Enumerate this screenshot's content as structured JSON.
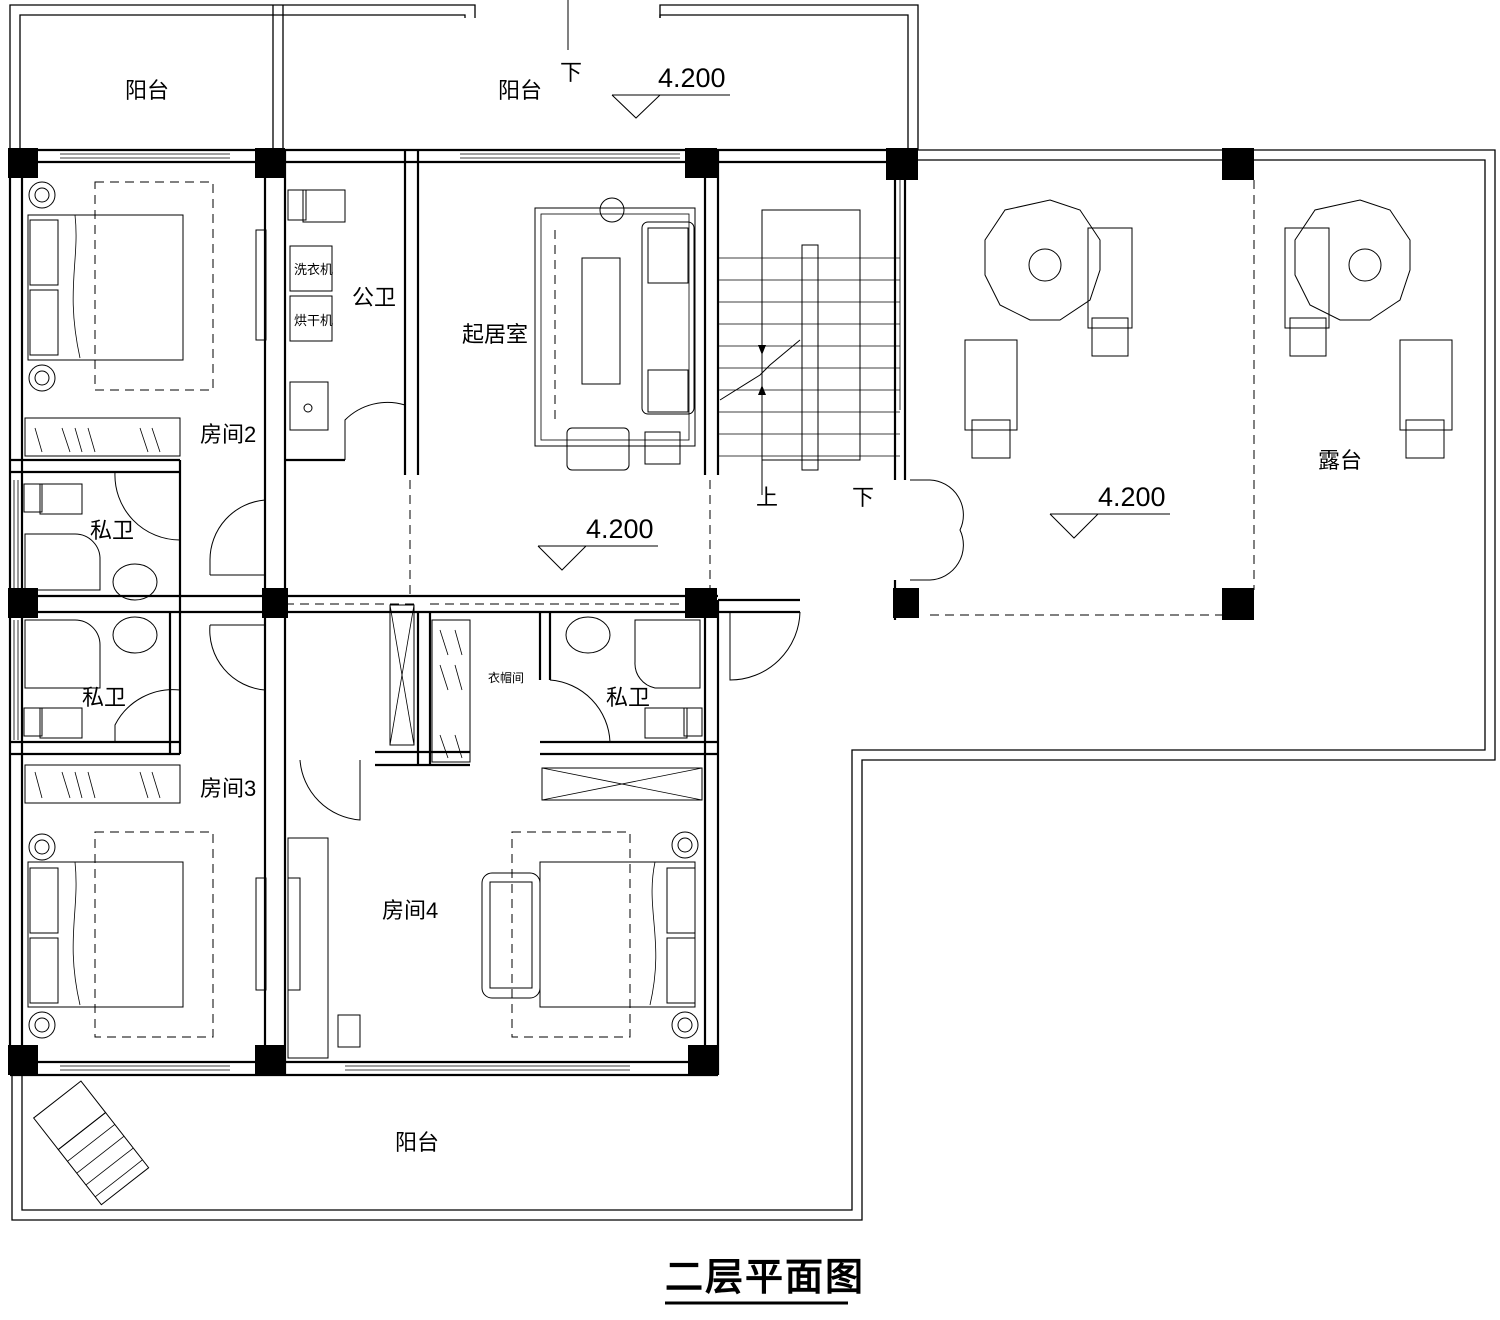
{
  "drawing": {
    "title": "二层平面图"
  },
  "rooms": {
    "balcony_top_left": "阳台",
    "balcony_top_center": "阳台",
    "balcony_bottom": "阳台",
    "room2": "房间2",
    "room3": "房间3",
    "room4": "房间4",
    "public_bath": "公卫",
    "private_bath_1": "私卫",
    "private_bath_2": "私卫",
    "private_bath_3": "私卫",
    "living": "起居室",
    "terrace": "露台",
    "closet": "衣帽间"
  },
  "appliances": {
    "washer": "洗衣机",
    "dryer": "烘干机"
  },
  "stairs": {
    "up": "上",
    "down": "下",
    "down_top": "下"
  },
  "elevations": {
    "balcony": "4.200",
    "living": "4.200",
    "terrace": "4.200"
  }
}
